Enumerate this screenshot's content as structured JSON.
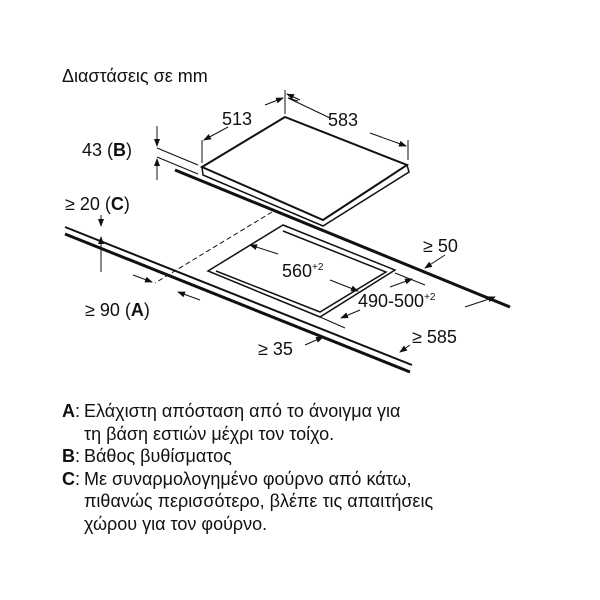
{
  "title": "Διαστάσεις σε mm",
  "dimensions": {
    "hob_depth": "513",
    "hob_width": "583",
    "hob_height": "43",
    "hob_height_key": "B",
    "wall_gap": "≥ 20",
    "wall_gap_key": "C",
    "front_gap": "≥ 90",
    "front_gap_key": "A",
    "cutout_width": "560",
    "cutout_width_tol": "+2",
    "cutout_depth": "490-500",
    "cutout_depth_tol": "+2",
    "side_gap": "≥ 50",
    "front_edge": "≥ 35",
    "worktop_depth": "≥ 585"
  },
  "legend": [
    {
      "key": "A",
      "lines": [
        "Ελάχιστη απόσταση από το άνοιγμα για",
        "τη βάση εστιών μέχρι τον τοίχο."
      ]
    },
    {
      "key": "B",
      "lines": [
        "Βάθος βυθίσματος"
      ]
    },
    {
      "key": "C",
      "lines": [
        "Με συναρμολογημένο φούρνο από κάτω,",
        "πιθανώς περισσότερο, βλέπε τις απαιτήσεις",
        "χώρου για τον φούρνο."
      ]
    }
  ]
}
